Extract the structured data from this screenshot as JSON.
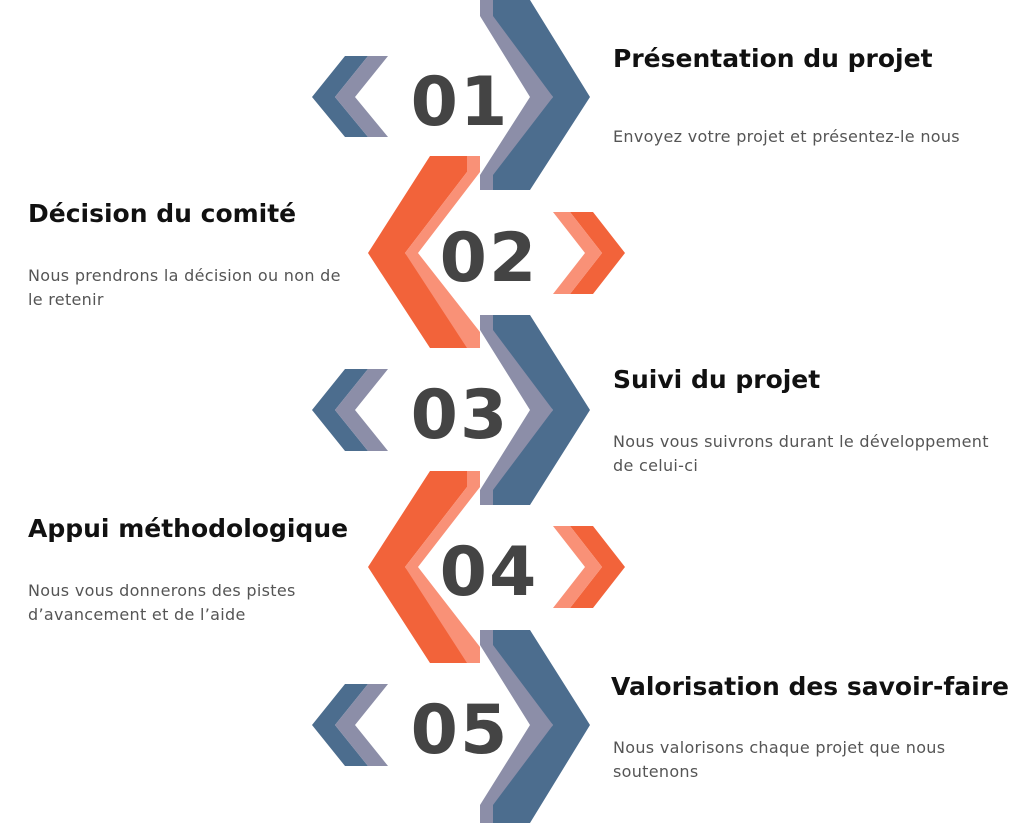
{
  "colors": {
    "blue": "#4c6d8e",
    "blue_light": "#8c8ea8",
    "orange": "#f2633a",
    "orange_light": "#f99177",
    "text_dark": "#111111",
    "text_muted": "#555555",
    "number": "#444444"
  },
  "steps": [
    {
      "number": "01",
      "title": "Présentation du projet",
      "description": "Envoyez votre projet et présentez-le nous"
    },
    {
      "number": "02",
      "title": "Décision du comité",
      "description": "Nous prendrons la décision ou non de le retenir"
    },
    {
      "number": "03",
      "title": "Suivi du projet",
      "description": "Nous vous suivrons durant le développement de celui-ci"
    },
    {
      "number": "04",
      "title": "Appui méthodologique",
      "description": "Nous vous donnerons des pistes d’avancement et de l’aide"
    },
    {
      "number": "05",
      "title": "Valorisation des savoir-faire",
      "description": "Nous valorisons chaque projet que nous soutenons"
    }
  ]
}
